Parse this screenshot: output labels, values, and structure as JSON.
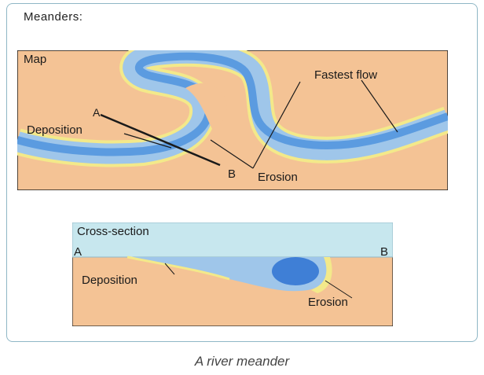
{
  "figure": {
    "title": "Meanders:",
    "caption": "A river meander"
  },
  "map": {
    "label": "Map",
    "annotations": {
      "fastest_flow": "Fastest flow",
      "point_a": "A",
      "point_b": "B",
      "deposition": "Deposition",
      "erosion": "Erosion"
    }
  },
  "cross_section": {
    "label": "Cross-section",
    "left_marker": "A",
    "right_marker": "B",
    "deposition": "Deposition",
    "erosion": "Erosion"
  },
  "colors": {
    "land": "#f4c395",
    "water_light": "#9fc6ea",
    "water_dark": "#5b9be0",
    "water_deep": "#3f7fd6",
    "sky": "#c7e7ee",
    "sand": "#f3e98a",
    "outline": "#1a1a1a"
  }
}
